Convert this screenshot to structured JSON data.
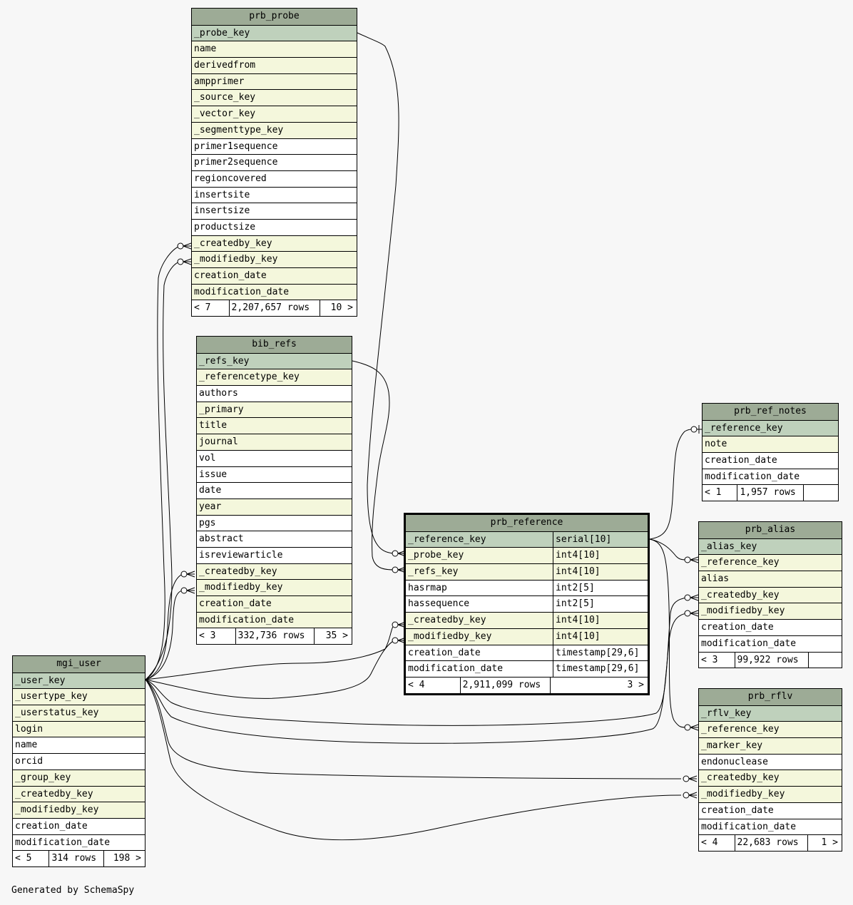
{
  "tables": {
    "prb_probe": {
      "name": "prb_probe",
      "columns": [
        {
          "name": "_probe_key",
          "kind": "pk"
        },
        {
          "name": "name",
          "kind": "fk"
        },
        {
          "name": "derivedfrom",
          "kind": "fk"
        },
        {
          "name": "ampprimer",
          "kind": "fk"
        },
        {
          "name": "_source_key",
          "kind": "fk"
        },
        {
          "name": "_vector_key",
          "kind": "fk"
        },
        {
          "name": "_segmenttype_key",
          "kind": "fk"
        },
        {
          "name": "primer1sequence",
          "kind": "plain"
        },
        {
          "name": "primer2sequence",
          "kind": "plain"
        },
        {
          "name": "regioncovered",
          "kind": "plain"
        },
        {
          "name": "insertsite",
          "kind": "plain"
        },
        {
          "name": "insertsize",
          "kind": "plain"
        },
        {
          "name": "productsize",
          "kind": "plain"
        },
        {
          "name": "_createdby_key",
          "kind": "fk"
        },
        {
          "name": "_modifiedby_key",
          "kind": "fk"
        },
        {
          "name": "creation_date",
          "kind": "fk"
        },
        {
          "name": "modification_date",
          "kind": "fk"
        }
      ],
      "footer": {
        "parents": "< 7",
        "rows": "2,207,657 rows",
        "children": "10 >"
      }
    },
    "bib_refs": {
      "name": "bib_refs",
      "columns": [
        {
          "name": "_refs_key",
          "kind": "pk"
        },
        {
          "name": "_referencetype_key",
          "kind": "fk"
        },
        {
          "name": "authors",
          "kind": "plain"
        },
        {
          "name": "_primary",
          "kind": "fk"
        },
        {
          "name": "title",
          "kind": "fk"
        },
        {
          "name": "journal",
          "kind": "fk"
        },
        {
          "name": "vol",
          "kind": "plain"
        },
        {
          "name": "issue",
          "kind": "plain"
        },
        {
          "name": "date",
          "kind": "plain"
        },
        {
          "name": "year",
          "kind": "fk"
        },
        {
          "name": "pgs",
          "kind": "plain"
        },
        {
          "name": "abstract",
          "kind": "plain"
        },
        {
          "name": "isreviewarticle",
          "kind": "plain"
        },
        {
          "name": "_createdby_key",
          "kind": "fk"
        },
        {
          "name": "_modifiedby_key",
          "kind": "fk"
        },
        {
          "name": "creation_date",
          "kind": "fk"
        },
        {
          "name": "modification_date",
          "kind": "fk"
        }
      ],
      "footer": {
        "parents": "< 3",
        "rows": "332,736 rows",
        "children": "35 >"
      }
    },
    "mgi_user": {
      "name": "mgi_user",
      "columns": [
        {
          "name": "_user_key",
          "kind": "pk"
        },
        {
          "name": "_usertype_key",
          "kind": "fk"
        },
        {
          "name": "_userstatus_key",
          "kind": "fk"
        },
        {
          "name": "login",
          "kind": "fk"
        },
        {
          "name": "name",
          "kind": "plain"
        },
        {
          "name": "orcid",
          "kind": "plain"
        },
        {
          "name": "_group_key",
          "kind": "fk"
        },
        {
          "name": "_createdby_key",
          "kind": "fk"
        },
        {
          "name": "_modifiedby_key",
          "kind": "fk"
        },
        {
          "name": "creation_date",
          "kind": "plain"
        },
        {
          "name": "modification_date",
          "kind": "plain"
        }
      ],
      "footer": {
        "parents": "< 5",
        "rows": "314 rows",
        "children": "198 >"
      }
    },
    "prb_reference": {
      "name": "prb_reference",
      "columns": [
        {
          "name": "_reference_key",
          "type": "serial[10]",
          "kind": "pk"
        },
        {
          "name": "_probe_key",
          "type": "int4[10]",
          "kind": "fk"
        },
        {
          "name": "_refs_key",
          "type": "int4[10]",
          "kind": "fk"
        },
        {
          "name": "hasrmap",
          "type": "int2[5]",
          "kind": "plain"
        },
        {
          "name": "hassequence",
          "type": "int2[5]",
          "kind": "plain"
        },
        {
          "name": "_createdby_key",
          "type": "int4[10]",
          "kind": "fk"
        },
        {
          "name": "_modifiedby_key",
          "type": "int4[10]",
          "kind": "fk"
        },
        {
          "name": "creation_date",
          "type": "timestamp[29,6]",
          "kind": "plain"
        },
        {
          "name": "modification_date",
          "type": "timestamp[29,6]",
          "kind": "plain"
        }
      ],
      "footer": {
        "parents": "< 4",
        "rows": "2,911,099 rows",
        "children": "3 >"
      }
    },
    "prb_ref_notes": {
      "name": "prb_ref_notes",
      "columns": [
        {
          "name": "_reference_key",
          "kind": "pk"
        },
        {
          "name": "note",
          "kind": "fk"
        },
        {
          "name": "creation_date",
          "kind": "plain"
        },
        {
          "name": "modification_date",
          "kind": "plain"
        }
      ],
      "footer": {
        "parents": "< 1",
        "rows": "1,957 rows",
        "children": ""
      }
    },
    "prb_alias": {
      "name": "prb_alias",
      "columns": [
        {
          "name": "_alias_key",
          "kind": "pk"
        },
        {
          "name": "_reference_key",
          "kind": "fk"
        },
        {
          "name": "alias",
          "kind": "fk"
        },
        {
          "name": "_createdby_key",
          "kind": "fk"
        },
        {
          "name": "_modifiedby_key",
          "kind": "fk"
        },
        {
          "name": "creation_date",
          "kind": "plain"
        },
        {
          "name": "modification_date",
          "kind": "plain"
        }
      ],
      "footer": {
        "parents": "< 3",
        "rows": "99,922 rows",
        "children": ""
      }
    },
    "prb_rflv": {
      "name": "prb_rflv",
      "columns": [
        {
          "name": "_rflv_key",
          "kind": "pk"
        },
        {
          "name": "_reference_key",
          "kind": "fk"
        },
        {
          "name": "_marker_key",
          "kind": "fk"
        },
        {
          "name": "endonuclease",
          "kind": "plain"
        },
        {
          "name": "_createdby_key",
          "kind": "fk"
        },
        {
          "name": "_modifiedby_key",
          "kind": "fk"
        },
        {
          "name": "creation_date",
          "kind": "plain"
        },
        {
          "name": "modification_date",
          "kind": "plain"
        }
      ],
      "footer": {
        "parents": "< 4",
        "rows": "22,683 rows",
        "children": "1 >"
      }
    }
  },
  "footer_note": "Generated by SchemaSpy",
  "colors": {
    "title": "#9dab96",
    "pk": "#bfd1bc",
    "fk": "#f4f7dc",
    "plain": "#ffffff",
    "background": "#f7f7f7"
  }
}
